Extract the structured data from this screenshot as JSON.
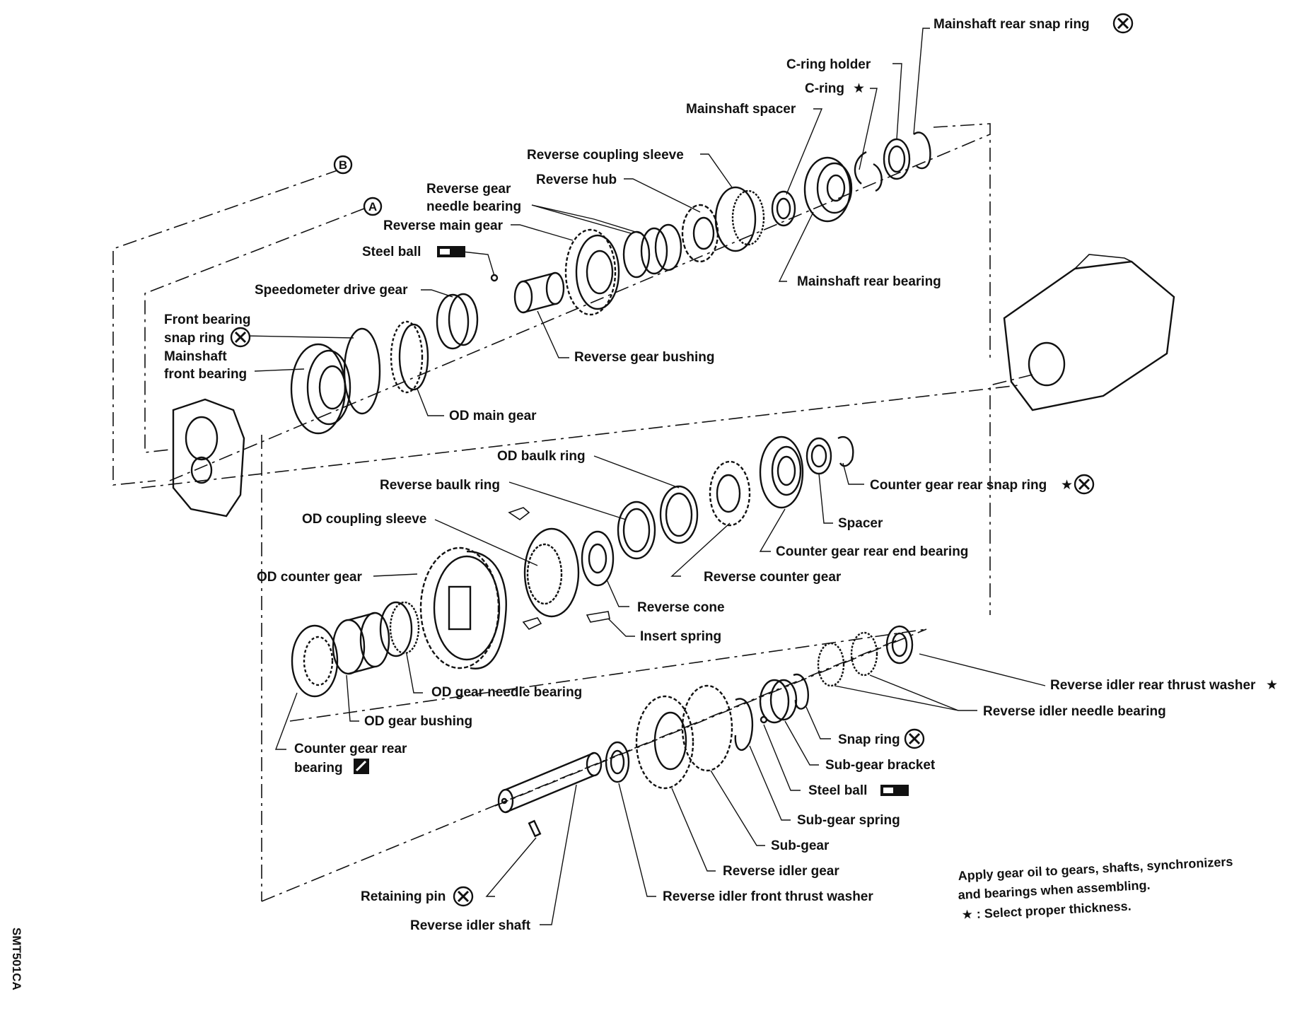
{
  "labels": {
    "mainshaft_rear_snap_ring": "Mainshaft rear snap ring",
    "c_ring_holder": "C-ring holder",
    "c_ring": "C-ring",
    "mainshaft_spacer": "Mainshaft spacer",
    "reverse_coupling_sleeve": "Reverse coupling sleeve",
    "reverse_hub": "Reverse hub",
    "reverse_gear_needle_bearing_1": "Reverse gear",
    "reverse_gear_needle_bearing_2": "needle bearing",
    "reverse_main_gear": "Reverse main gear",
    "steel_ball_top": "Steel ball",
    "mainshaft_rear_bearing": "Mainshaft rear bearing",
    "speedometer_drive_gear": "Speedometer drive gear",
    "front_bearing_snap_ring_1": "Front bearing",
    "front_bearing_snap_ring_2": "snap ring",
    "mainshaft_front_bearing_1": "Mainshaft",
    "mainshaft_front_bearing_2": "front bearing",
    "reverse_gear_bushing": "Reverse gear bushing",
    "od_main_gear": "OD main gear",
    "od_baulk_ring": "OD baulk ring",
    "reverse_baulk_ring": "Reverse baulk ring",
    "od_coupling_sleeve": "OD coupling sleeve",
    "od_counter_gear": "OD counter gear",
    "counter_gear_rear_snap_ring": "Counter gear rear snap ring",
    "spacer": "Spacer",
    "counter_gear_rear_end_bearing": "Counter gear rear end bearing",
    "reverse_counter_gear": "Reverse counter gear",
    "reverse_cone": "Reverse cone",
    "insert_spring": "Insert spring",
    "od_gear_needle_bearing": "OD gear needle bearing",
    "od_gear_bushing": "OD gear bushing",
    "counter_gear_rear_bearing_1": "Counter gear rear",
    "counter_gear_rear_bearing_2": "bearing",
    "reverse_idler_rear_thrust_washer": "Reverse idler rear thrust washer",
    "reverse_idler_needle_bearing": "Reverse idler needle bearing",
    "snap_ring": "Snap ring",
    "sub_gear_bracket": "Sub-gear bracket",
    "steel_ball_bottom": "Steel ball",
    "sub_gear_spring": "Sub-gear spring",
    "sub_gear": "Sub-gear",
    "reverse_idler_gear": "Reverse idler gear",
    "retaining_pin": "Retaining pin",
    "reverse_idler_front_thrust_washer": "Reverse idler front thrust washer",
    "reverse_idler_shaft": "Reverse idler shaft"
  },
  "reference_marks": {
    "a": "A",
    "b": "B"
  },
  "symbols": {
    "star": "★",
    "replace_icon": "circle-x-icon",
    "grease_icon": "grease-gun-icon",
    "sealant_icon": "sealant-tube-icon"
  },
  "note": {
    "line1": "Apply gear oil to gears, shafts, synchronizers",
    "line2": "and bearings when assembling.",
    "line3": "★ : Select proper thickness."
  },
  "figure_code": "SMT501CA"
}
